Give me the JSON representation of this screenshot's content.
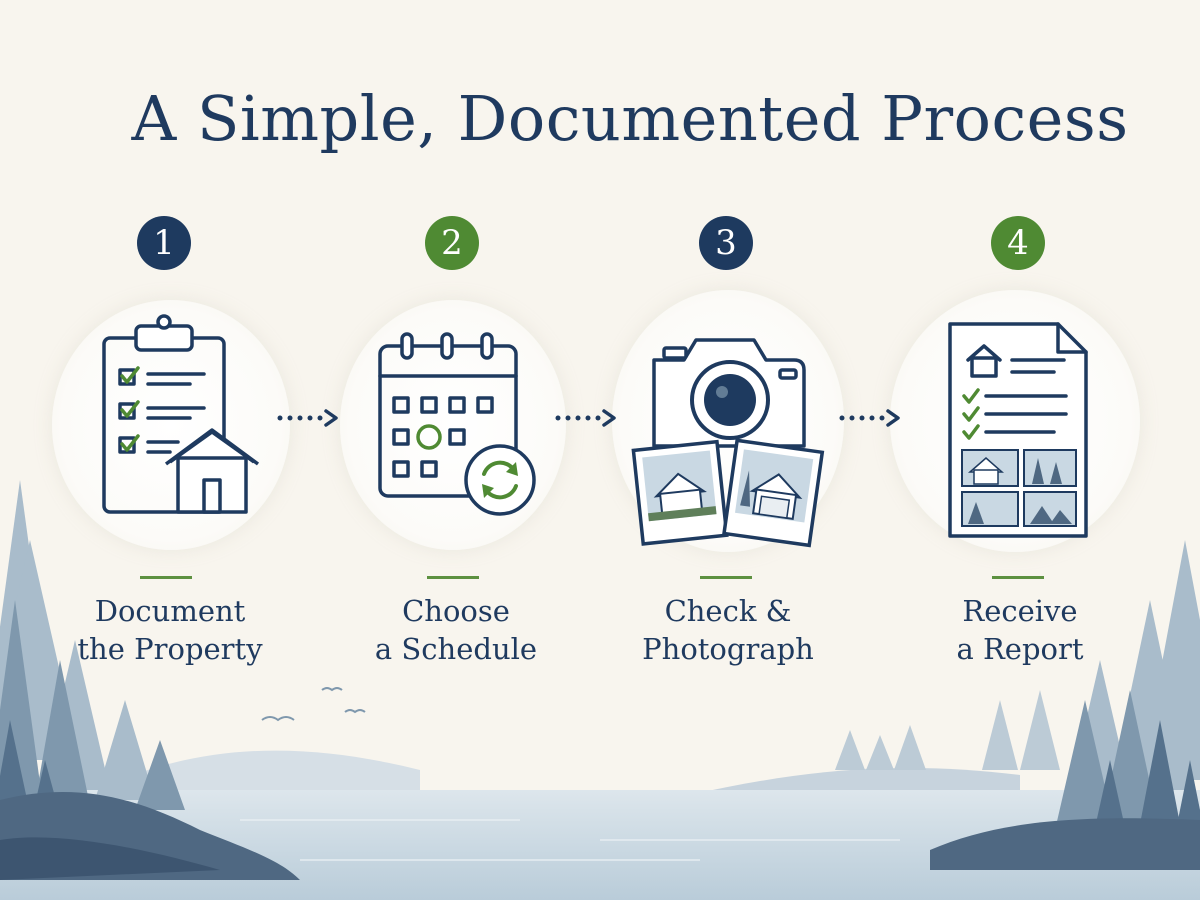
{
  "title": "A Simple, Documented Process",
  "steps": [
    {
      "number": "1",
      "line1": "Document",
      "line2": "the Property",
      "icon": "clipboard-house-icon"
    },
    {
      "number": "2",
      "line1": "Choose",
      "line2": "a Schedule",
      "icon": "calendar-refresh-icon"
    },
    {
      "number": "3",
      "line1": "Check &",
      "line2": "Photograph",
      "icon": "camera-photos-icon"
    },
    {
      "number": "4",
      "line1": "Receive",
      "line2": "a Report",
      "icon": "report-document-icon"
    }
  ],
  "colors": {
    "navy": "#1e3a5f",
    "green": "#4f8a33",
    "background": "#f8f5ee",
    "water": "#c9d8e3"
  }
}
